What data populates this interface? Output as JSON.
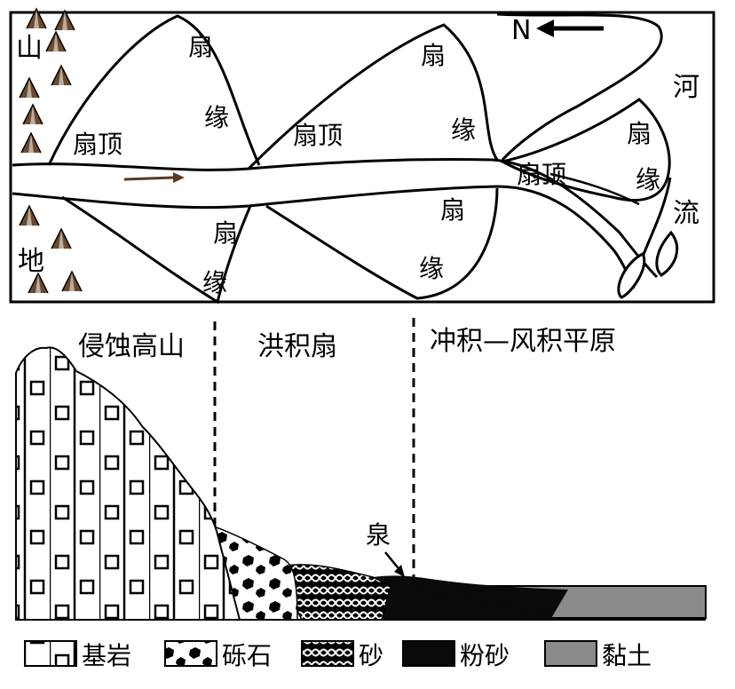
{
  "map": {
    "north_label": "N",
    "mountain_label_1": "山",
    "mountain_label_2": "地",
    "fan_top_label": "扇顶",
    "fan_char": "扇",
    "edge_char": "缘",
    "river_label_1": "河",
    "river_label_2": "流"
  },
  "profile": {
    "zone_mountain": "侵蚀高山",
    "zone_fan": "洪积扇",
    "zone_plain": "冲积—风积平原",
    "spring_label": "泉"
  },
  "legend": [
    {
      "label": "基岩"
    },
    {
      "label": "砾石"
    },
    {
      "label": "砂"
    },
    {
      "label": "粉砂"
    },
    {
      "label": "黏土"
    }
  ],
  "colors": {
    "line": "#000000",
    "silt": "#0a0a0a",
    "clay": "#8a8a8a",
    "sand_fill": "#ffffff"
  }
}
